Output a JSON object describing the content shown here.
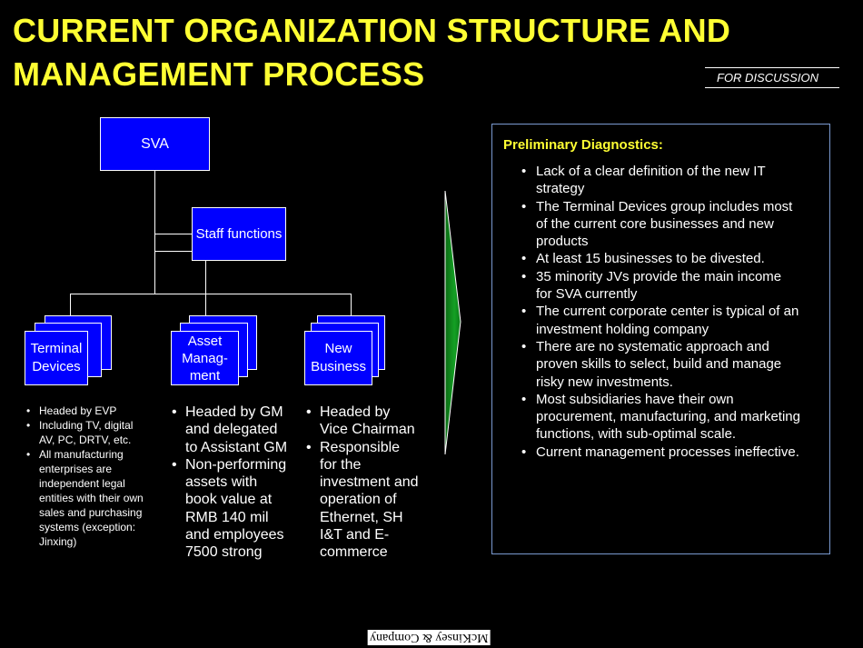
{
  "title": {
    "line1": "CURRENT ORGANIZATION STRUCTURE AND",
    "line2": "MANAGEMENT PROCESS"
  },
  "tag": "FOR  DISCUSSION",
  "org": {
    "root": "SVA",
    "staff": "Staff functions",
    "units": [
      {
        "name": "Terminal Devices",
        "bullets": [
          "Headed by EVP",
          "Including TV, digital AV, PC, DRTV, etc.",
          "All manufacturing enterprises are independent legal entities with their own sales and purchasing systems (exception: Jinxing)"
        ]
      },
      {
        "name": "Asset Manag- ment",
        "bullets": [
          "Headed by GM and delegated to Assistant GM",
          "Non-performing assets with book value at RMB 140 mil and employees 7500 strong"
        ]
      },
      {
        "name": "New Business",
        "bullets": [
          "Headed by Vice Chairman",
          "Responsible for the investment and operation of Ethernet, SH I&T and E-commerce"
        ]
      }
    ]
  },
  "diagnostics": {
    "title": "Preliminary Diagnostics:",
    "items": [
      "Lack of a clear definition of the new IT strategy",
      "The Terminal Devices group includes most of the current core businesses and new products",
      "At least 15 businesses to be divested.",
      "35 minority JVs provide the main income for SVA currently",
      "The current corporate center is typical of an investment holding company",
      "There are no systematic approach and proven skills to select, build and manage risky new investments.",
      "Most subsidiaries have their own procurement, manufacturing, and marketing functions, with sub-optimal scale.",
      "Current management processes ineffective."
    ]
  },
  "colors": {
    "title": "#ffff33",
    "box": "#0000ff",
    "arrow": "#0a8a1a",
    "panel_border": "#7a9ad0"
  },
  "footer_logo": "McKinsey & Company"
}
